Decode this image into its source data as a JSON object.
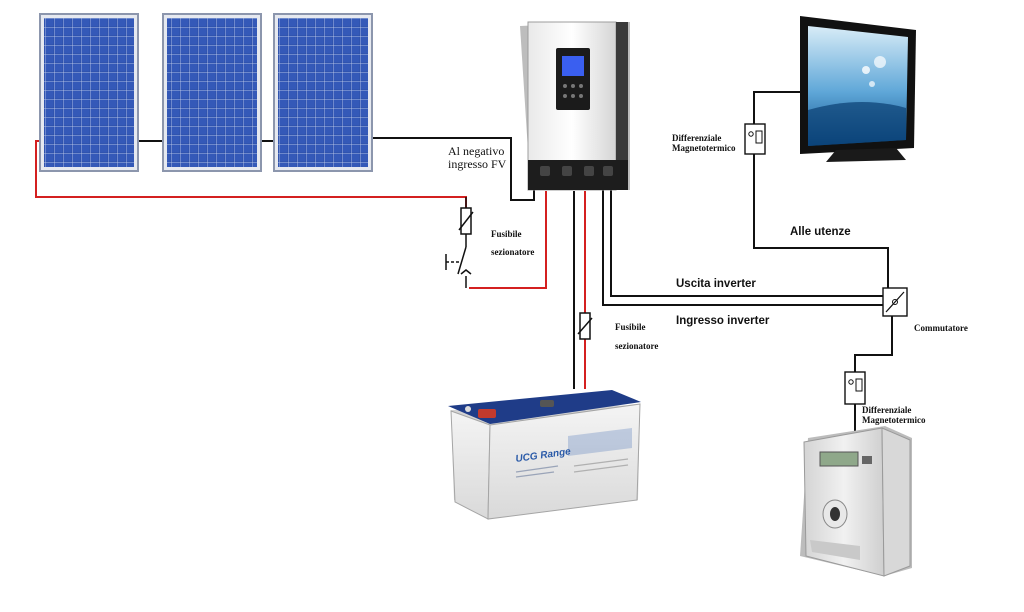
{
  "labels": {
    "pv_negative": [
      "Al negativo",
      "ingresso FV"
    ],
    "fuse_top": [
      "Fusibile",
      "sezionatore"
    ],
    "fuse_battery": [
      "Fusibile",
      "sezionatore"
    ],
    "breaker_top": [
      "Differenziale",
      "Magnetotermico"
    ],
    "breaker_bottom": [
      "Differenziale",
      "Magnetotermico"
    ],
    "loads": "Alle utenze",
    "inverter_output": "Uscita inverter",
    "inverter_input": "Ingresso inverter",
    "switch": "Commutatore"
  },
  "battery": {
    "brand": "UCG Range"
  },
  "colors": {
    "positive_wire": "#d42020",
    "negative_wire": "#111111",
    "panel_cell": "#2d4fa8",
    "battery_lid": "#1f3c88"
  },
  "components": [
    "solar-panel",
    "solar-panel",
    "solar-panel",
    "hybrid-inverter",
    "battery",
    "television",
    "energy-meter",
    "changeover-switch",
    "fuse",
    "fuse",
    "breaker",
    "breaker"
  ]
}
